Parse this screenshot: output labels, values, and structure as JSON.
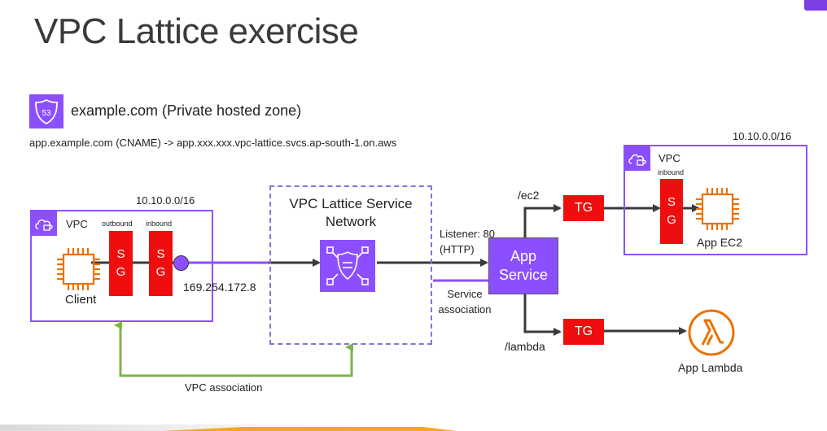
{
  "title": "VPC Lattice exercise",
  "hosted_zone": {
    "label": "example.com (Private hosted zone)",
    "cname_record": "app.example.com (CNAME) -> app.xxx.xxx.vpc-lattice.svcs.ap-south-1.on.aws"
  },
  "client_vpc": {
    "cidr": "10.10.0.0/16",
    "vpc_label": "VPC",
    "outbound_label": "outbound",
    "inbound_label": "inbound",
    "sg_label": [
      "S",
      "G"
    ],
    "client_label": "Client",
    "link_local_ip": "169.254.172.8"
  },
  "service_network": {
    "label": [
      "VPC Lattice Service",
      "Network"
    ]
  },
  "listener": {
    "label": [
      "Listener: 80",
      "(HTTP)"
    ]
  },
  "service_association": {
    "label": [
      "Service",
      "association"
    ]
  },
  "vpc_association": {
    "label": "VPC association"
  },
  "app_service": {
    "label": [
      "App",
      "Service"
    ]
  },
  "routes": {
    "ec2_path": "/ec2",
    "lambda_path": "/lambda",
    "tg_label": "TG"
  },
  "app_vpc": {
    "cidr": "10.10.0.0/16",
    "vpc_label": "VPC",
    "inbound_label": "inbound",
    "sg_label": [
      "S",
      "G"
    ],
    "app_ec2_label": "App EC2"
  },
  "app_lambda": {
    "label": "App Lambda"
  },
  "colors": {
    "purple": "#8c4fff",
    "vpc_border": "#8c4fff",
    "red": "#ee0e0e",
    "orange": "#ed7100",
    "green": "#7ab648",
    "arrow": "#3a3a3a"
  }
}
